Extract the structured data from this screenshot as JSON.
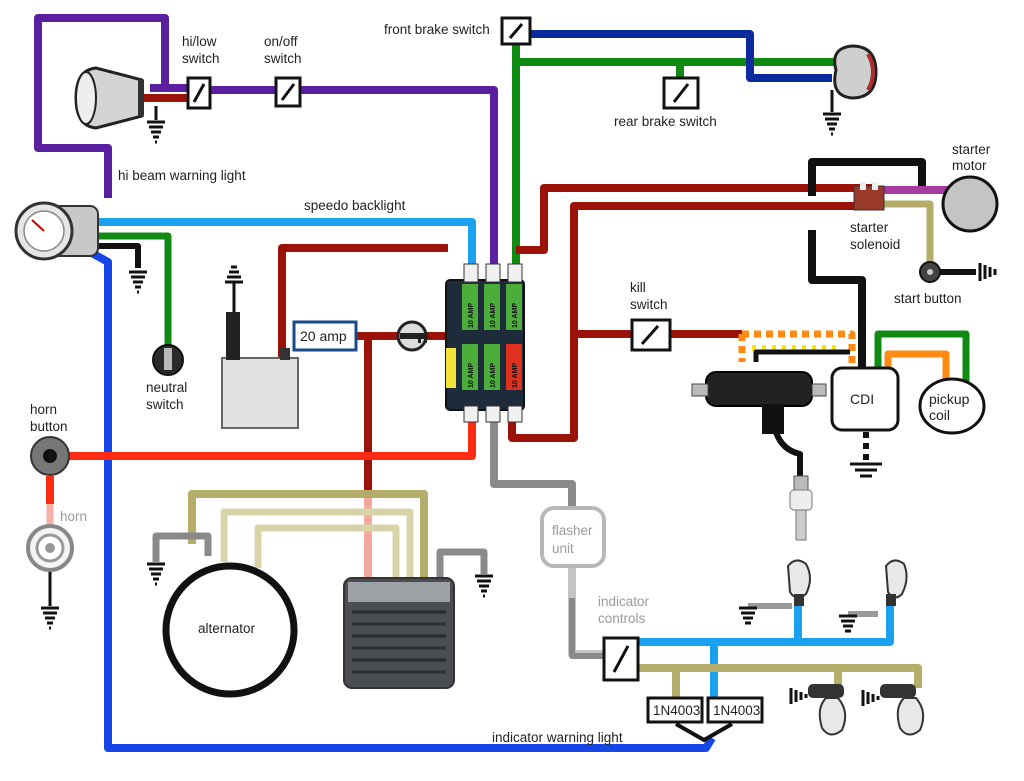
{
  "labels": {
    "hi_low_switch": [
      "hi/low",
      "switch"
    ],
    "on_off_switch": [
      "on/off",
      "switch"
    ],
    "front_brake_switch": "front brake switch",
    "rear_brake_switch": "rear brake switch",
    "hi_beam_warning_light": "hi beam warning light",
    "speedo_backlight": "speedo backlight",
    "starter_motor": [
      "starter",
      "motor"
    ],
    "starter_solenoid": [
      "starter",
      "solenoid"
    ],
    "start_button": "start button",
    "kill_switch": [
      "kill",
      "switch"
    ],
    "fuse_20_amp": "20 amp",
    "neutral_switch": [
      "neutral",
      "switch"
    ],
    "horn_button": [
      "horn",
      "button"
    ],
    "horn": "horn",
    "cdi": "CDI",
    "pickup_coil": [
      "pickup",
      "coil"
    ],
    "alternator": "alternator",
    "flasher_unit": [
      "flasher",
      "unit"
    ],
    "indicator_controls": [
      "indicator",
      "controls"
    ],
    "diode_left": "1N4003",
    "diode_right": "1N4003",
    "indicator_warning_light": "indicator warning light"
  },
  "fuse_labels": [
    "10 AMP",
    "10 AMP",
    "10 AMP",
    "10 AMP",
    "10 AMP",
    "10 AMP"
  ],
  "colors": {
    "purple": "#5a1f9e",
    "dark_red": "#9b1208",
    "red": "#ff2a12",
    "green": "#0f8a12",
    "dark_blue": "#0a2a9e",
    "blue": "#1646e8",
    "light_blue": "#1aa2f0",
    "black": "#111111",
    "grey": "#8a8a8a",
    "light_grey": "#c4c4c4",
    "olive": "#b5ad6a",
    "tan": "#d8d4a8",
    "pink": "#f2a79c",
    "orange": "#ff8a14",
    "magenta": "#a53a9f"
  }
}
